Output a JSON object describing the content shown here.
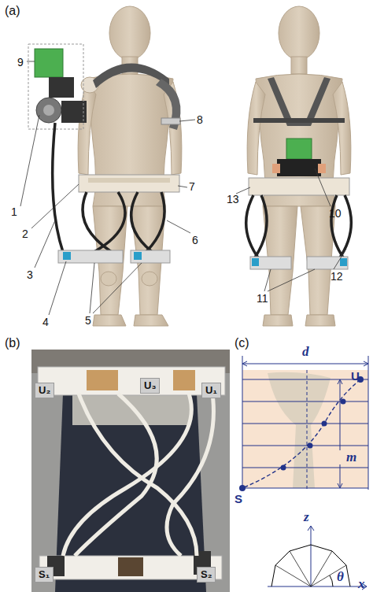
{
  "diagram": {
    "nodes": [
      {
        "text": [
          "U₂"
        ]
      },
      {
        "text": [
          "U₃"
        ]
      },
      {
        "text": [
          "U₁"
        ]
      },
      {
        "text": [
          "S₁"
        ]
      },
      {
        "text": [
          "S₂"
        ]
      }
    ],
    "labels": [
      "(a)",
      "1",
      "2",
      "3",
      "4",
      "5",
      "6",
      "7",
      "8",
      "9",
      "10",
      "11",
      "12",
      "13",
      "(b)",
      "(c)",
      "d",
      "U",
      "m",
      "S",
      "z",
      "θ",
      "x"
    ]
  }
}
